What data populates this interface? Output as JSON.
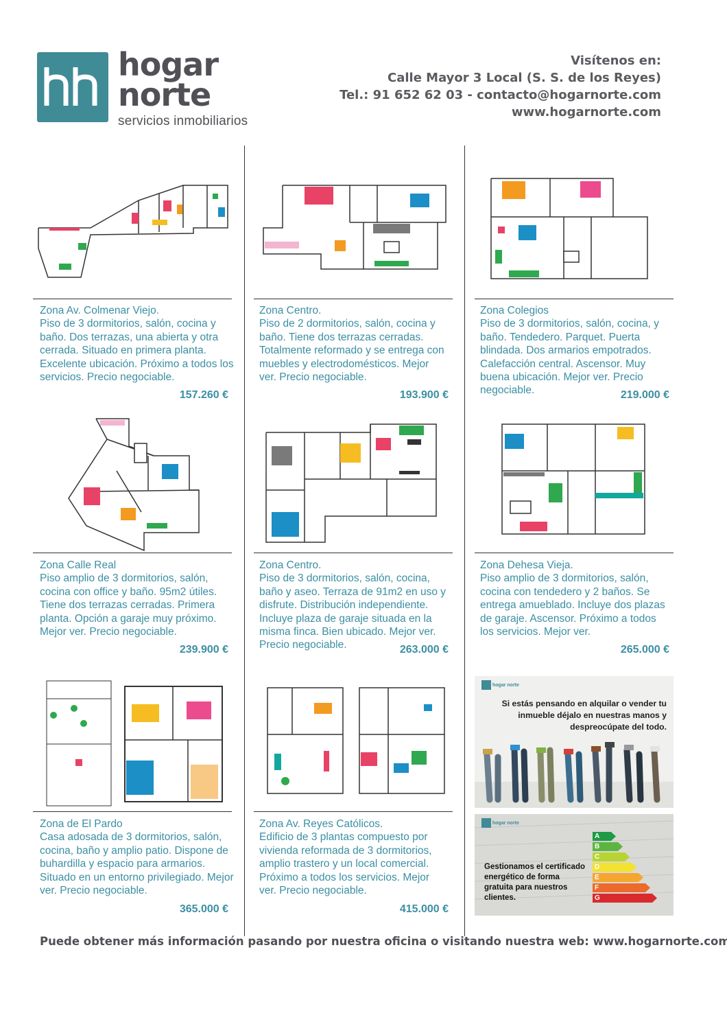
{
  "brand": {
    "line1": "hogar",
    "line2": "norte",
    "line3": "servicios inmobiliarios",
    "logo_icon": "hn-monogram-icon",
    "color": "#3f8b96"
  },
  "contact": {
    "visit": "Visítenos en:",
    "address": "Calle Mayor 3 Local (S. S. de los Reyes)",
    "phone_email": "Tel.: 91 652 62 03 - contacto@hogarnorte.com",
    "web": "www.hogarnorte.com"
  },
  "listings": [
    {
      "zone": "Zona Av. Colmenar Viejo.",
      "desc": "Piso de 3 dormitorios, salón, cocina y baño. Dos terrazas, una abierta y otra cerrada. Situado en primera planta. Excelente ubicación. Próximo a todos los servicios. Precio negociable.",
      "price": "157.260 €"
    },
    {
      "zone": "Zona Centro.",
      "desc": "Piso de 2 dormitorios, salón, cocina y baño. Tiene dos terrazas cerradas. Totalmente reformado y se entrega con muebles y electrodomésticos. Mejor ver. Precio negociable.",
      "price": "193.900 €"
    },
    {
      "zone": "Zona Colegios",
      "desc": "Piso de 3 dormitorios, salón, cocina, y baño. Tendedero. Parquet. Puerta blindada. Dos armarios empotrados. Calefacción central. Ascensor. Muy buena ubicación. Mejor ver. Precio negociable.",
      "price": "219.000 €"
    },
    {
      "zone": "Zona Calle Real",
      "desc": "Piso amplio de 3 dormitorios, salón, cocina con office y baño. 95m2 útiles. Tiene dos terrazas cerradas. Primera planta. Opción a garaje muy próximo. Mejor ver. Precio negociable.",
      "price": "239.900 €"
    },
    {
      "zone": "Zona Centro.",
      "desc": "Piso de 3 dormitorios, salón, cocina, baño y aseo. Terraza de 91m2 en uso y disfrute. Distribución independiente. Incluye plaza de garaje situada en la misma finca. Bien ubicado. Mejor ver. Precio negociable.",
      "price": "263.000 €"
    },
    {
      "zone": "Zona Dehesa Vieja.",
      "desc": "Piso amplio de 3 dormitorios, salón, cocina con tendedero y 2 baños. Se entrega amueblado. Incluye dos plazas de garaje. Ascensor. Próximo a todos los servicios. Mejor ver.",
      "price": "265.000 €"
    },
    {
      "zone": "Zona de El Pardo",
      "desc": "Casa adosada de 3 dormitorios, salón, cocina, baño y amplio patio. Dispone de buhardilla y espacio para armarios. Situado en un entorno privilegiado. Mejor ver. Precio negociable.",
      "price": "365.000 €"
    },
    {
      "zone": "Zona Av. Reyes Católicos.",
      "desc": "Edificio de 3 plantas compuesto por vivienda reformada de 3 dormitorios, amplio trastero y un local comercial. Próximo a todos los servicios. Mejor ver. Precio negociable.",
      "price": "415.000 €"
    }
  ],
  "ads": {
    "logo_text": "hogar norte",
    "rent": "Si estás pensando en alquilar o vender tu inmueble déjalo en nuestras manos y despreocúpate del todo.",
    "energy": "Gestionamos el certificado energético de forma gratuita para nuestros clientes.",
    "energy_grades": [
      "A",
      "B",
      "C",
      "D",
      "E",
      "F",
      "G"
    ],
    "energy_colors": [
      "#1f9a45",
      "#5cb541",
      "#b7d433",
      "#f3e22f",
      "#f4a630",
      "#ec6a2b",
      "#d92a2e"
    ]
  },
  "footer": "Puede obtener más información pasando por nuestra oficina o visitando nuestra web: www.hogarnorte.com",
  "floorplan_palette": {
    "bed_red": "#e84266",
    "bed_blue": "#1b8fc6",
    "bed_orange": "#f39a21",
    "bed_yellow": "#f5bd22",
    "sofa_green": "#2fa84f",
    "sofa_gray": "#7a7a7a",
    "bed_pink": "#ec4b8e",
    "counter_pink": "#f3b5cf",
    "teal": "#13a89e"
  }
}
